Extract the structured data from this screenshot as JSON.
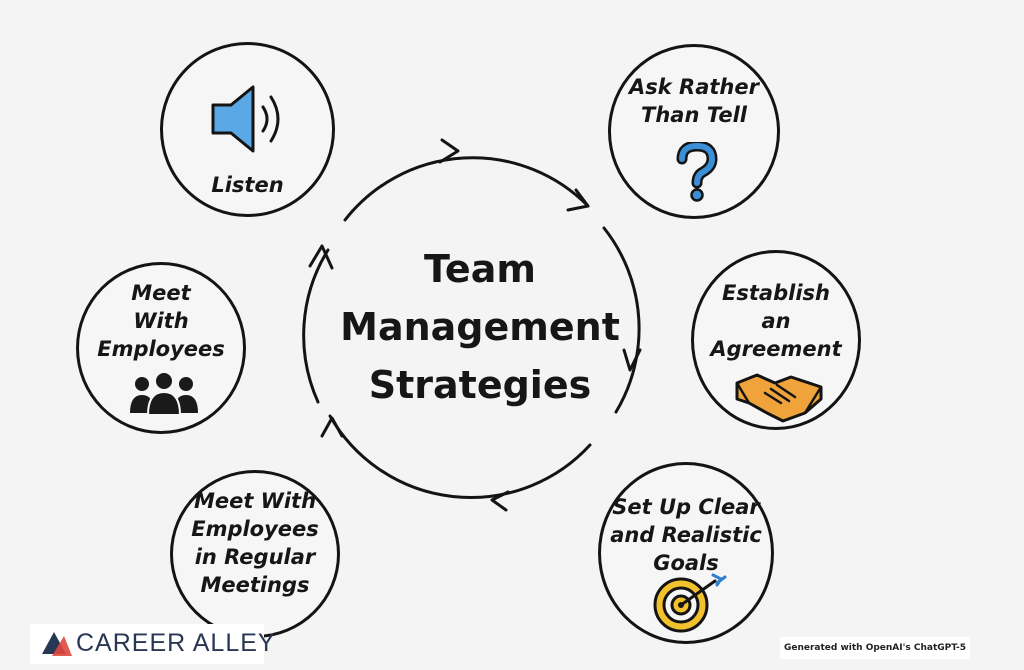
{
  "diagram": {
    "center_title": "Team\nManagement\nStrategies",
    "nodes": [
      {
        "label": "Listen",
        "icon": "speaker-icon"
      },
      {
        "label": "Ask Rather\nThan Tell",
        "icon": "question-mark-icon"
      },
      {
        "label": "Meet\nWith\nEmployees",
        "icon": "people-group-icon"
      },
      {
        "label": "Establish\nan\nAgreement",
        "icon": "handshake-icon"
      },
      {
        "label": "Meet With\nEmployees\nin Regular\nMeetings",
        "icon": ""
      },
      {
        "label": "Set Up Clear\nand Realistic\nGoals",
        "icon": "target-icon"
      }
    ]
  },
  "colors": {
    "stroke": "#141414",
    "speaker": "#5aa9e6",
    "question": "#3a8fd6",
    "handshake": "#f0a33a",
    "target_yellow": "#f2c12e",
    "brand_navy": "#283754",
    "brand_red": "#e0483e"
  },
  "branding": {
    "logo_text": "CAREER ALLEY",
    "credit": "Generated with OpenAI's ChatGPT-5"
  }
}
